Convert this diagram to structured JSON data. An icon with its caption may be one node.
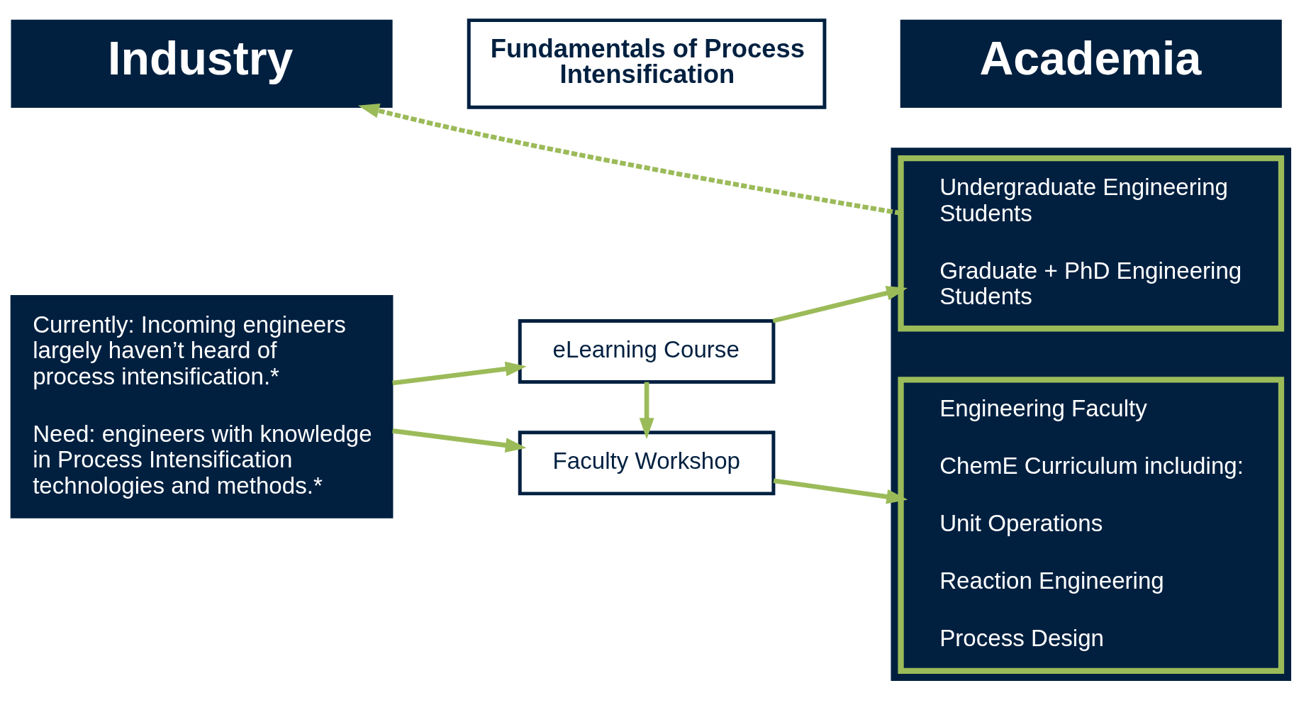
{
  "diagram": {
    "nodes": [
      {
        "text": [
          "Industry"
        ]
      },
      {
        "text": [
          "Currently: Incoming engineers largely haven’t heard of process intensification.*",
          "Need: engineers with knowledge in Process Intensification technologies and methods.*"
        ]
      },
      {
        "text": [
          "Fundamentals of Process Intensification"
        ]
      },
      {
        "text": [
          "eLearning Course"
        ]
      },
      {
        "text": [
          "Faculty Workshop"
        ]
      },
      {
        "text": [
          "Academia"
        ]
      },
      {
        "text": [],
        "shape": "box"
      },
      {
        "text": [
          "Undergraduate Engineering Students",
          "Graduate + PhD Engineering Students"
        ],
        "in": 6
      },
      {
        "text": [
          "Engineering Faculty",
          "ChemE Curriculum including:",
          "Unit Operations",
          "Reaction Engineering",
          "Process Design"
        ],
        "in": 6
      }
    ],
    "edges": [
      {
        "from": 7,
        "to": 0,
        "arrow": "to",
        "style": "dashed"
      },
      {
        "from": 1,
        "to": 3,
        "arrow": "to"
      },
      {
        "from": 1,
        "to": 4,
        "arrow": "to"
      },
      {
        "from": 3,
        "to": 4,
        "arrow": "to"
      },
      {
        "from": 3,
        "to": 7,
        "arrow": "to"
      },
      {
        "from": 4,
        "to": 8,
        "arrow": "to"
      }
    ]
  }
}
